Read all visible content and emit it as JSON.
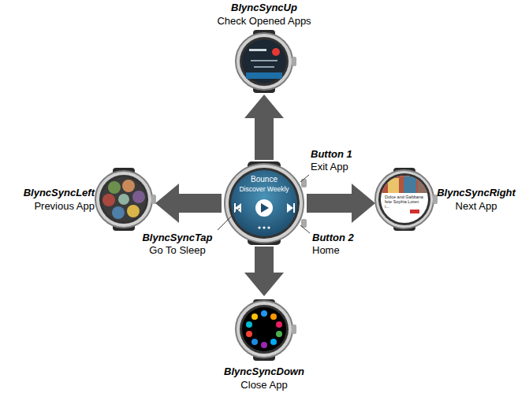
{
  "diagram": {
    "nodes": [
      {
        "text": [
          "BlyncSyncUp",
          "Check Opened Apps"
        ]
      },
      {
        "text": [
          "BlyncSyncLeft",
          "Previous App"
        ]
      },
      {
        "text": [
          "Bounce",
          "Discover Weekly"
        ]
      },
      {
        "text": [
          "BlyncSyncRight",
          "Next App"
        ]
      },
      {
        "text": [
          "BlyncSyncDown",
          "Close App"
        ]
      }
    ],
    "edges": [
      {
        "from": 2,
        "to": 0,
        "arrow": "to"
      },
      {
        "from": 2,
        "to": 1,
        "arrow": "to"
      },
      {
        "from": 2,
        "to": 3,
        "arrow": "to"
      },
      {
        "from": 2,
        "to": 4,
        "arrow": "to"
      }
    ],
    "labels": [
      "Button 1",
      "Exit App",
      "BlyncSyncTap",
      "Go To Sleep",
      "Button 2",
      "Home",
      "Dolce and Gabbana fete Sophia Loren i..."
    ]
  }
}
